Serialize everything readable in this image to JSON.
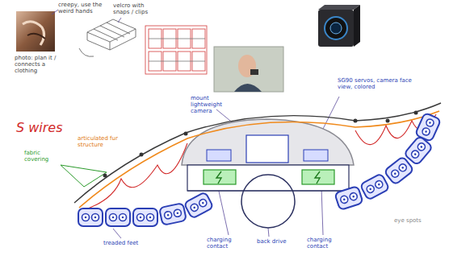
{
  "diagram": {
    "labels": [
      "creepy, use the weird hands",
      "velcro with snaps / clips",
      "photo: plan it / connects a clothing",
      "S wires",
      "fabric covering",
      "articulated fur structure",
      "mount lightweight camera",
      "SG90 servos, camera face view, colored",
      "treaded feet",
      "charging contact",
      "back drive",
      "charging contact",
      "eye spots"
    ]
  }
}
